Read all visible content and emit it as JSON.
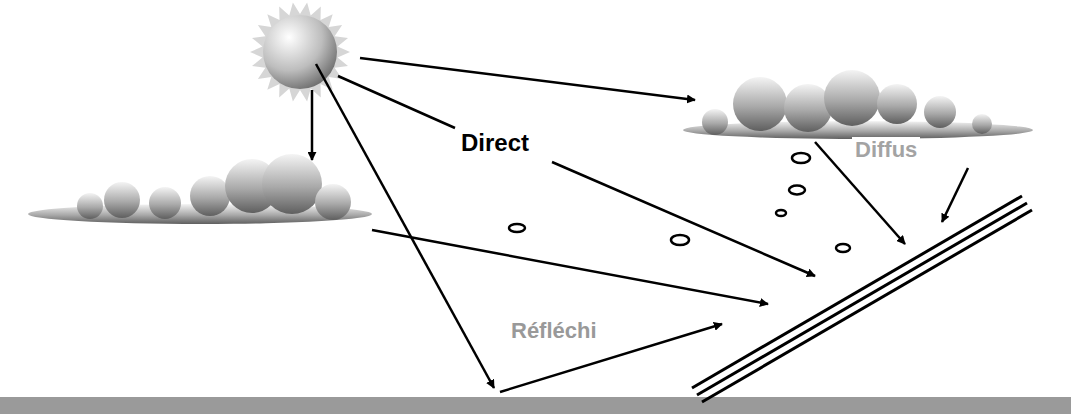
{
  "diagram": {
    "labels": [
      "Direct",
      "Diffus",
      "Réfléchi"
    ]
  }
}
